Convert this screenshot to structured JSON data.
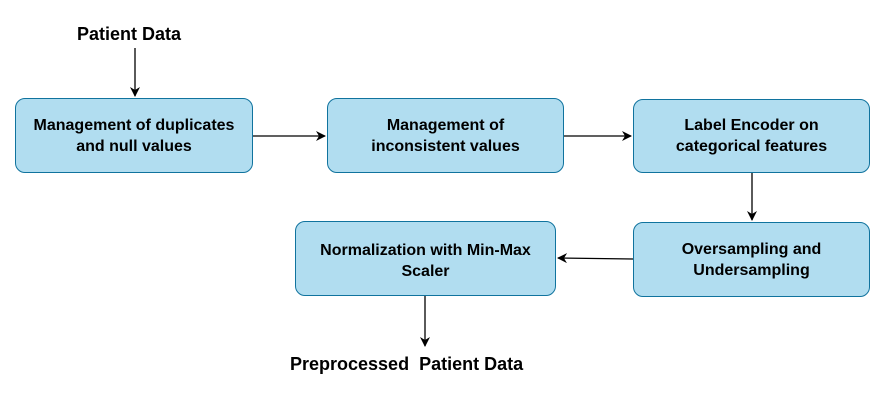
{
  "diagram": {
    "start_label": "Patient Data",
    "end_label": "Preprocessed  Patient Data",
    "steps": [
      {
        "id": "duplicates",
        "text": "Management of duplicates and null values"
      },
      {
        "id": "inconsistent",
        "text": "Management of inconsistent values"
      },
      {
        "id": "label-encoder",
        "text": "Label Encoder on categorical features"
      },
      {
        "id": "sampling",
        "text": "Oversampling and Undersampling"
      },
      {
        "id": "normalization",
        "text": "Normalization with Min-Max Scaler"
      }
    ],
    "colors": {
      "box_fill": "#b1ddf0",
      "box_border": "#10739e",
      "arrow": "#000000"
    }
  }
}
